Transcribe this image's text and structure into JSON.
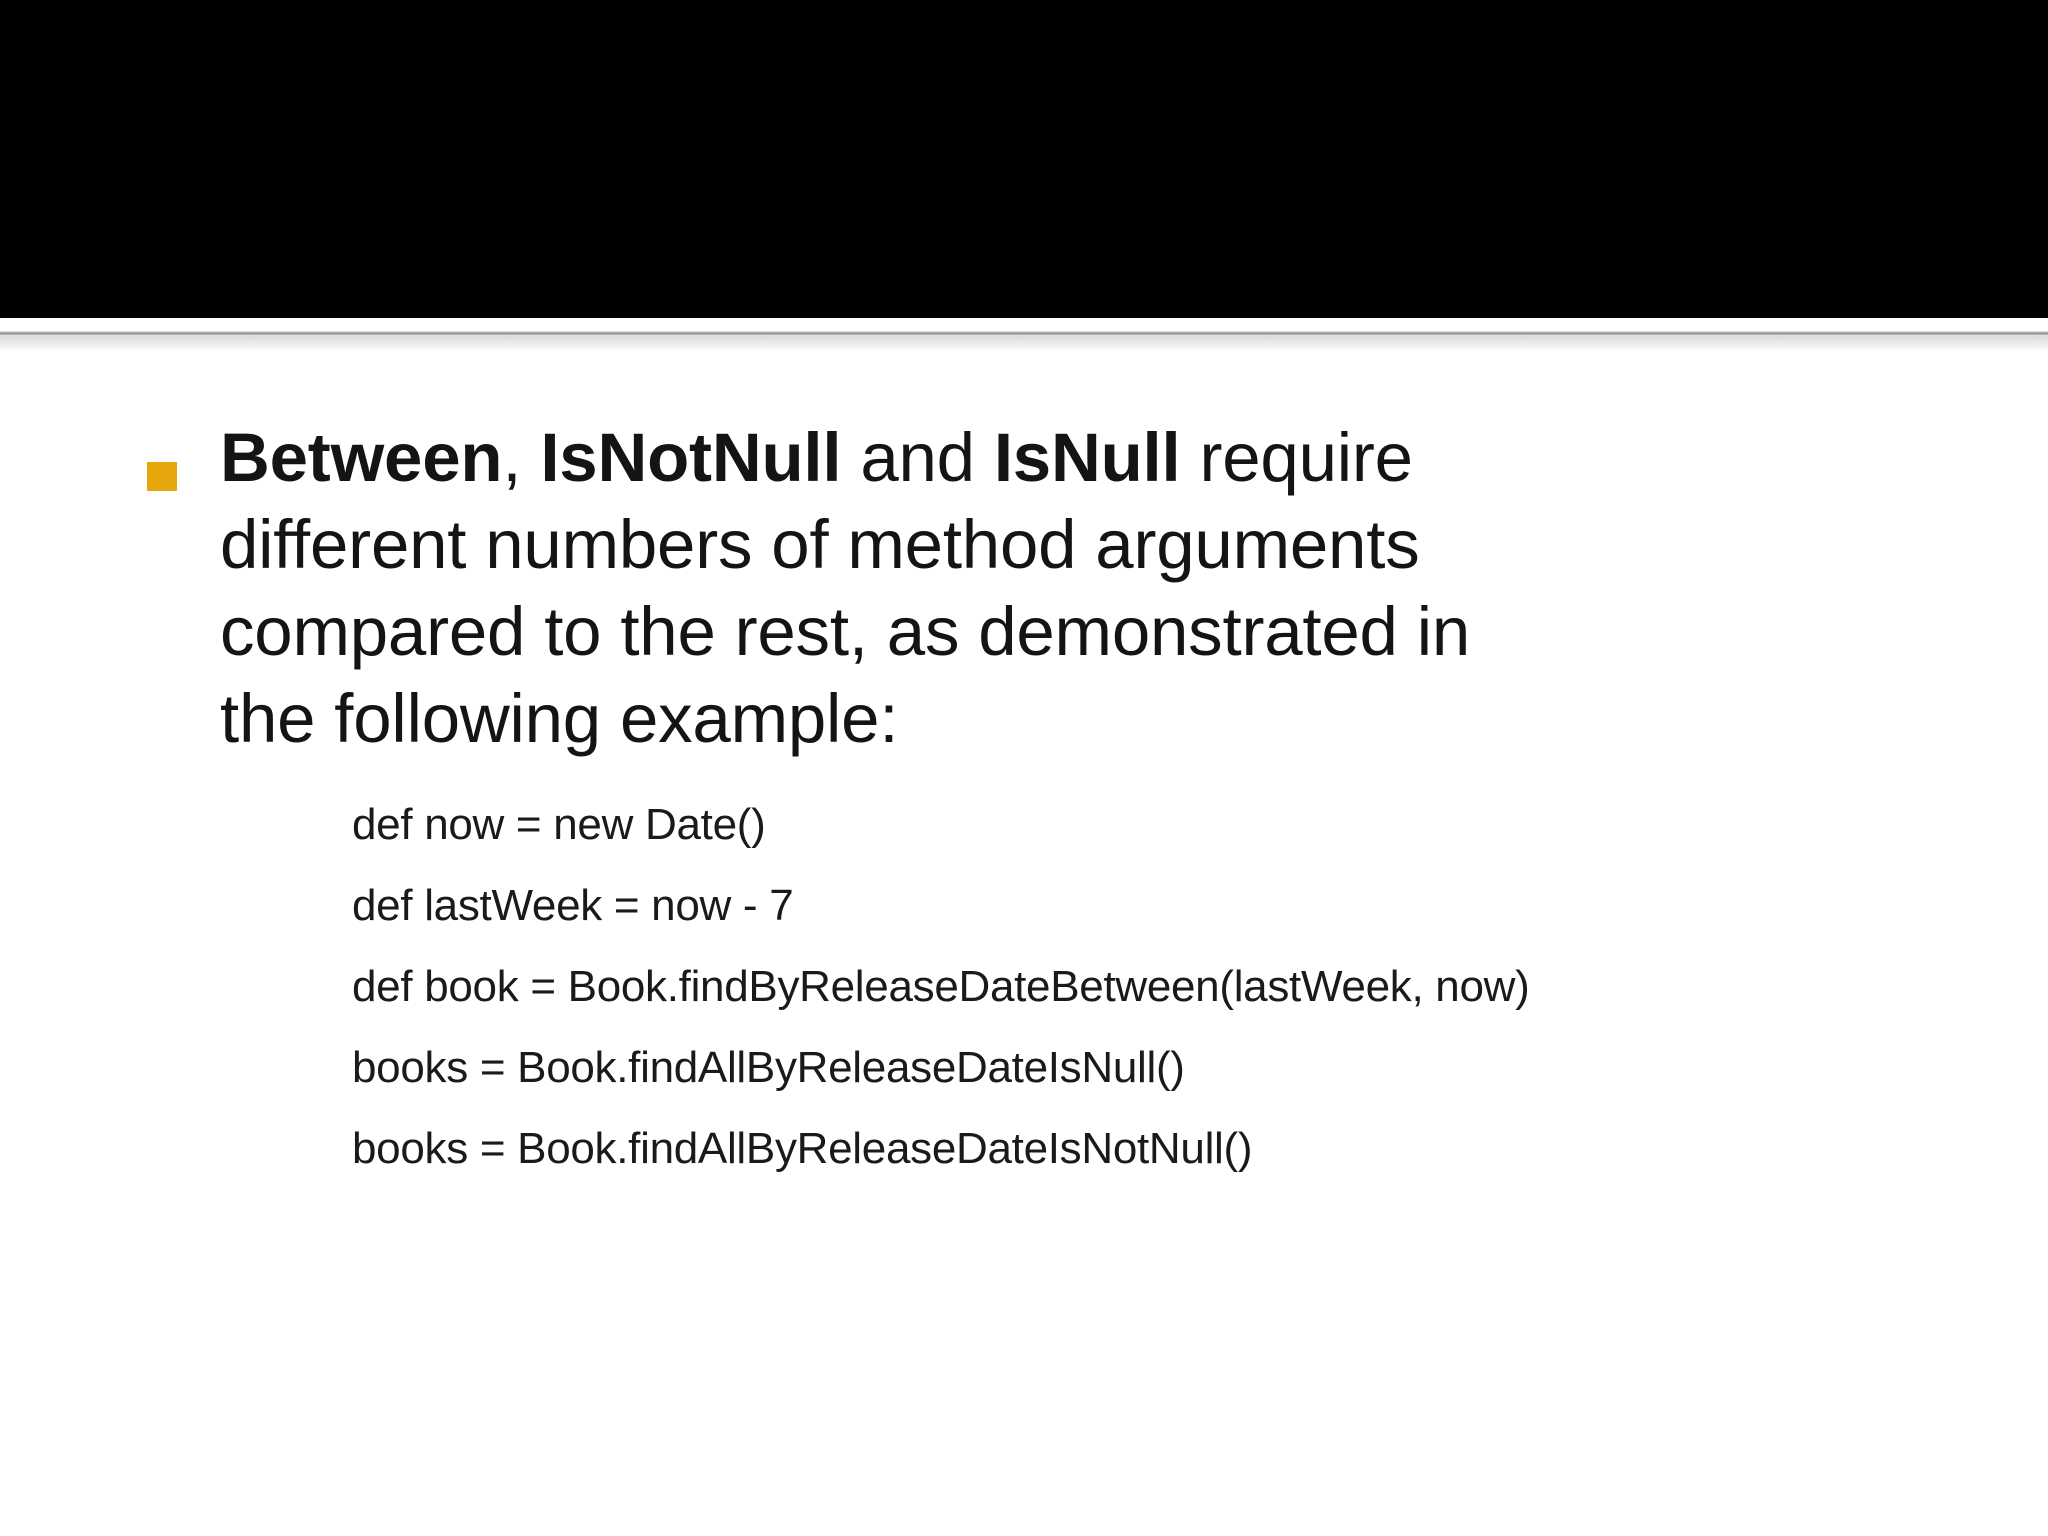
{
  "slide": {
    "background_color": "#ffffff",
    "banner_color": "#000000",
    "accent_color": "#E5A70C",
    "divider_color": "#8d8d8d"
  },
  "bullet": {
    "marker_icon": "square-bullet-icon",
    "segments": [
      {
        "text": "Between",
        "bold": true
      },
      {
        "text": ", ",
        "bold": false
      },
      {
        "text": "IsNotNull",
        "bold": true
      },
      {
        "text": " and ",
        "bold": false
      },
      {
        "text": "IsNull",
        "bold": true
      },
      {
        "text": " require different numbers of method arguments compared to the rest, as demonstrated in the following example:",
        "bold": false
      }
    ],
    "plain_text": "Between, IsNotNull and IsNull require different numbers of method arguments compared to the rest, as demonstrated in the following example:"
  },
  "code": {
    "lines": [
      "def now = new Date()",
      "def lastWeek = now - 7",
      "def book = Book.findByReleaseDateBetween(lastWeek, now)",
      "books = Book.findAllByReleaseDateIsNull()",
      "books = Book.findAllByReleaseDateIsNotNull()"
    ]
  }
}
